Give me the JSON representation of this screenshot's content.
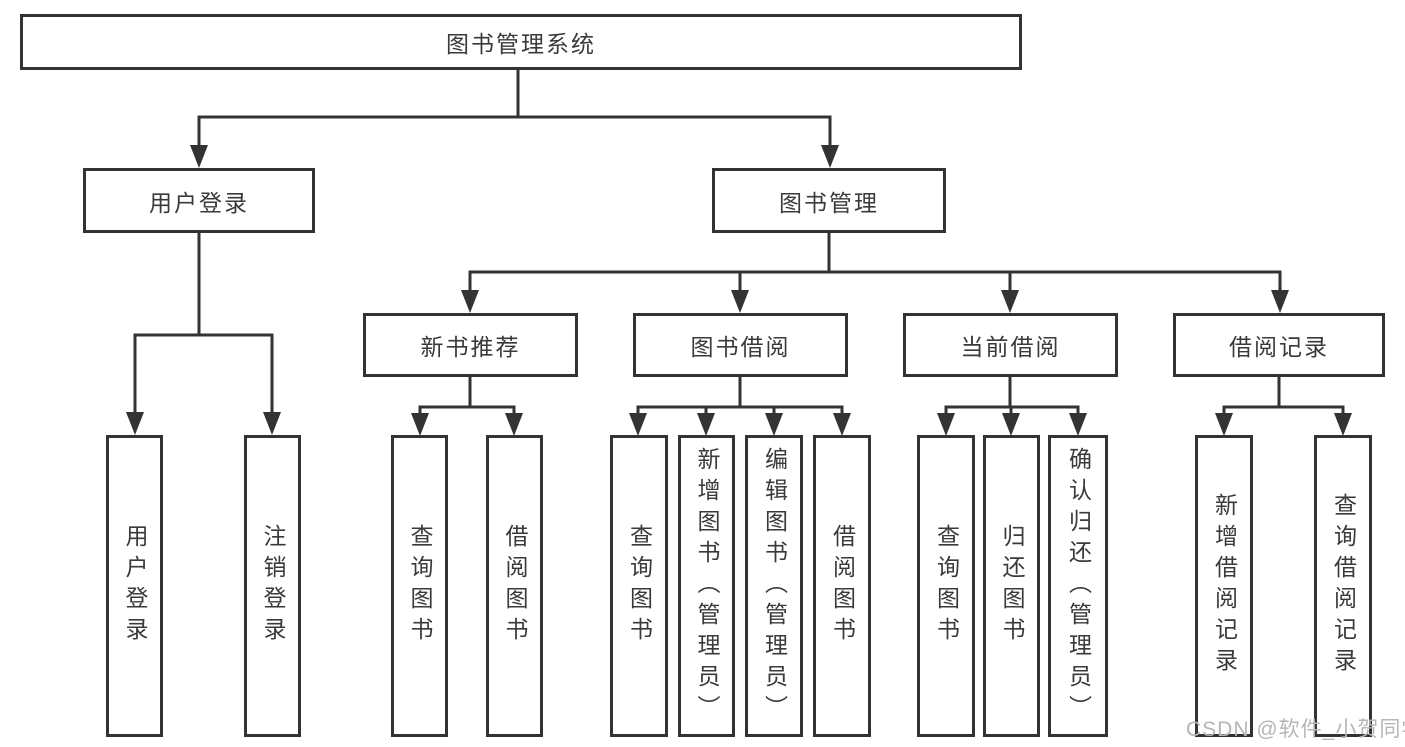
{
  "colors": {
    "line": "#333333",
    "text": "#3a3a3a",
    "watermark": "#b6b6b6",
    "background": "#ffffff"
  },
  "watermark": "CSDN @软件_小贺同学",
  "tree": {
    "root": {
      "label": "图书管理系统",
      "children": [
        {
          "label": "用户登录",
          "children": [
            "用户登录",
            "注销登录"
          ]
        },
        {
          "label": "图书管理",
          "children": [
            {
              "label": "新书推荐",
              "children": [
                "查询图书",
                "借阅图书"
              ]
            },
            {
              "label": "图书借阅",
              "children": [
                "查询图书",
                "新增图书（管理员）",
                "编辑图书（管理员）",
                "借阅图书"
              ]
            },
            {
              "label": "当前借阅",
              "children": [
                "查询图书",
                "归还图书",
                "确认归还（管理员）"
              ]
            },
            {
              "label": "借阅记录",
              "children": [
                "新增借阅记录",
                "查询借阅记录"
              ]
            }
          ]
        }
      ]
    }
  }
}
